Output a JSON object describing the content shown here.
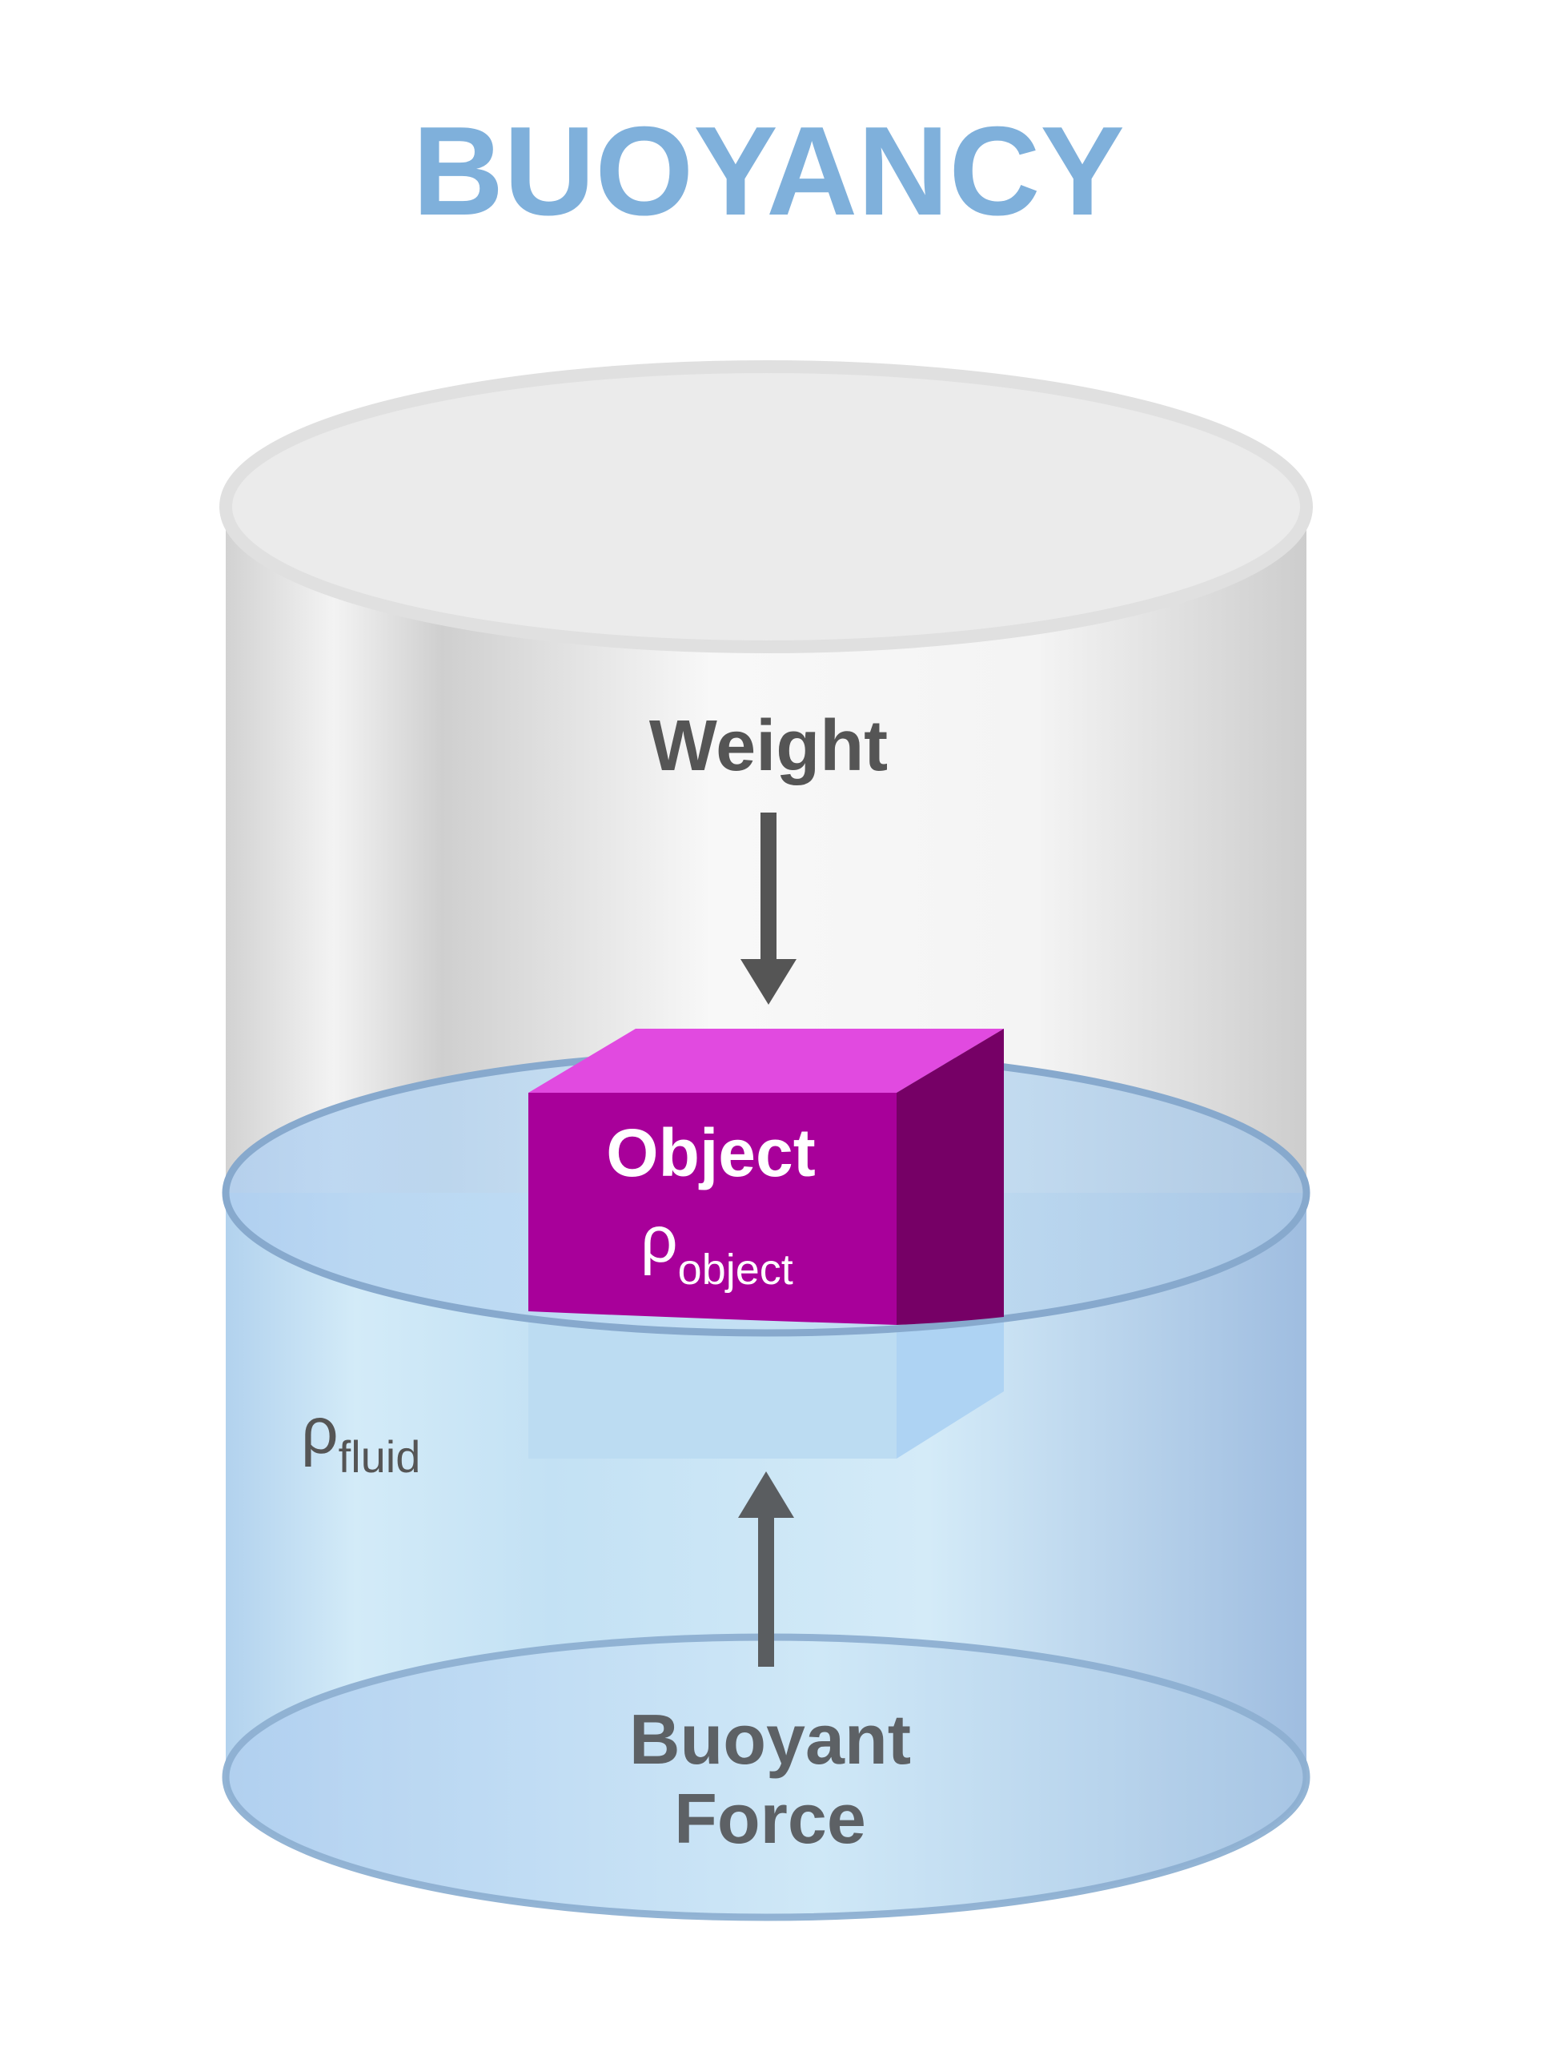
{
  "title": "BUOYANCY",
  "labels": {
    "weight": "Weight",
    "object": "Object",
    "object_density_symbol": "ρ",
    "object_density_subscript": "object",
    "fluid_density_symbol": "ρ",
    "fluid_density_subscript": "fluid",
    "buoyant_line1": "Buoyant",
    "buoyant_line2": "Force"
  },
  "colors": {
    "title": "#7fb0db",
    "label_text": "#555555",
    "arrow": "#555555",
    "object_front": "#a8009a",
    "object_top": "#e14ae0",
    "object_side": "#760066",
    "fluid": "#bcdcf2",
    "container_glass": "#ebebeb"
  }
}
